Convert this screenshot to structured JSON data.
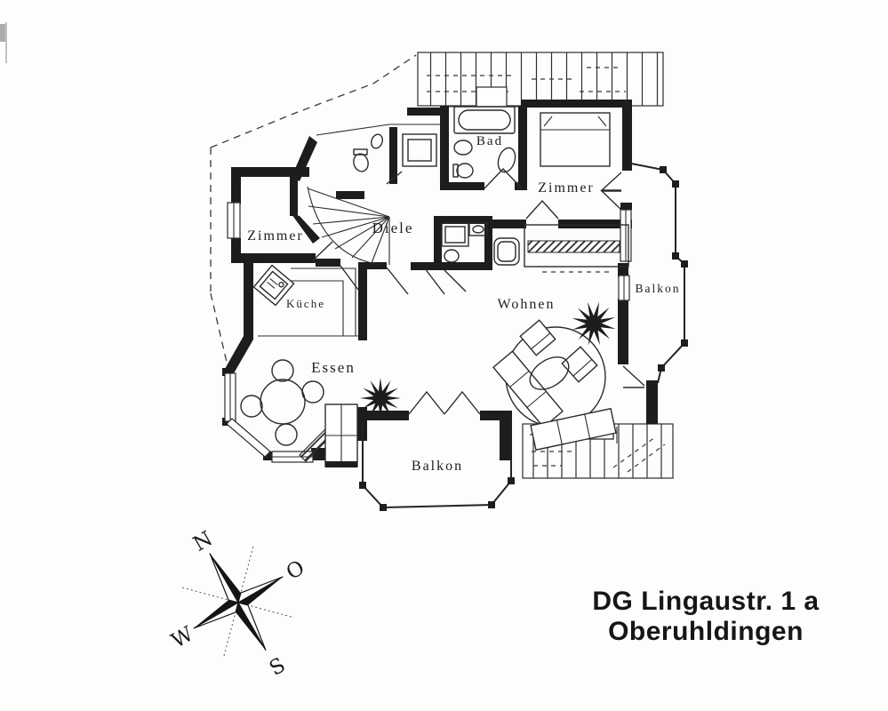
{
  "document": {
    "title_line1": "DG Lingaustr. 1 a",
    "title_line2": "Oberuhldingen"
  },
  "floorplan": {
    "rooms": [
      {
        "id": "bad",
        "label": "Bad"
      },
      {
        "id": "zimmer_top",
        "label": "Zimmer"
      },
      {
        "id": "zimmer_left",
        "label": "Zimmer"
      },
      {
        "id": "diele",
        "label": "Diele"
      },
      {
        "id": "kueche",
        "label": "Küche"
      },
      {
        "id": "essen",
        "label": "Essen"
      },
      {
        "id": "wohnen",
        "label": "Wohnen"
      },
      {
        "id": "balkon_right",
        "label": "Balkon"
      },
      {
        "id": "balkon_bottom",
        "label": "Balkon"
      }
    ],
    "compass": {
      "north": "N",
      "east": "O",
      "south": "S",
      "west": "W"
    },
    "colors": {
      "ink": "#1d1d1d",
      "paper": "#fdfdfc"
    }
  }
}
